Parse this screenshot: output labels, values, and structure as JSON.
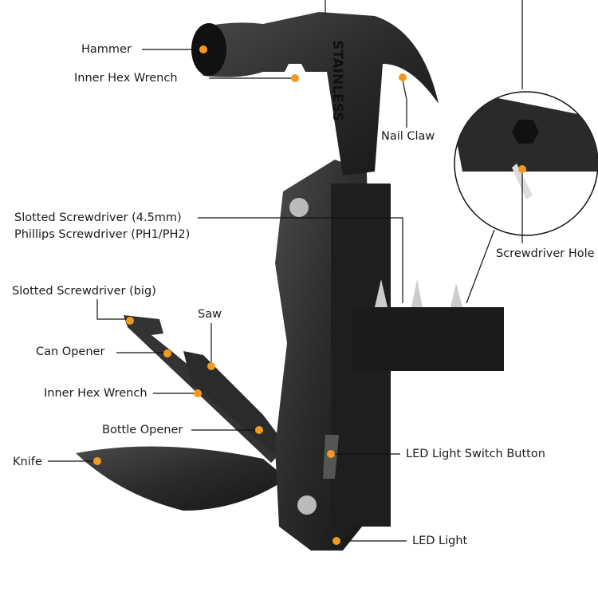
{
  "brand_engraving": "STAINLESS",
  "accent_color": "#f39a1e",
  "labels": {
    "hammer": "Hammer",
    "inner_hex_top": "Inner Hex Wrench",
    "nail_claw": "Nail Claw",
    "slotted_small": "Slotted Screwdriver (4.5mm)",
    "phillips": "Phillips Screwdriver (PH1/PH2)",
    "screwdriver_hole": "Screwdriver Hole",
    "slotted_big": "Slotted Screwdriver  (big)",
    "saw": "Saw",
    "can_opener": "Can Opener",
    "inner_hex_bottom": "Inner Hex Wrench",
    "bottle_opener": "Bottle Opener",
    "knife": "Knife",
    "led_switch": "LED Light Switch Button",
    "led_light": "LED Light"
  }
}
